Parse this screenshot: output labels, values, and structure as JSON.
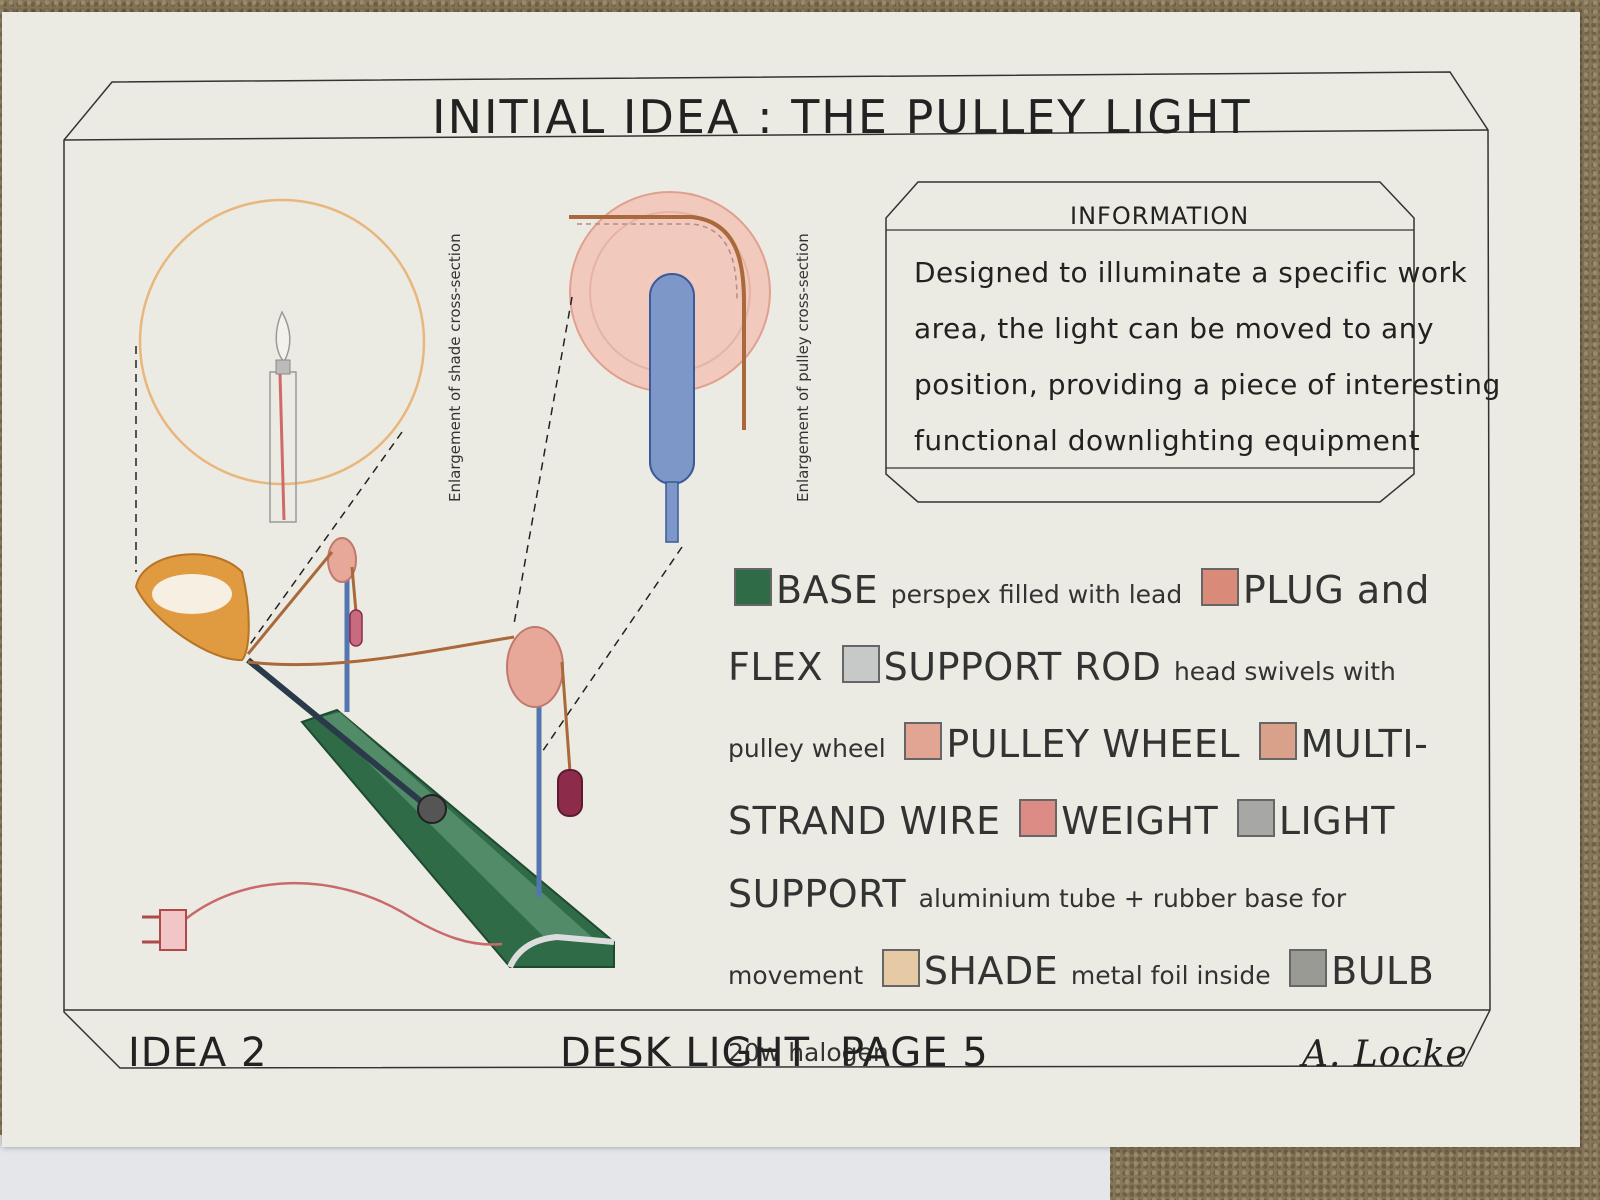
{
  "sheet": {
    "title": "INITIAL IDEA : THE PULLEY LIGHT",
    "info_heading": "INFORMATION",
    "info_lines": [
      "Designed to illuminate a specific work",
      "area, the light can be moved to any",
      "position, providing a piece of interesting",
      "functional downlighting equipment"
    ],
    "label_shade_section": "Enlargement of shade cross-section",
    "label_pulley_section": "Enlargement of pulley cross-section",
    "footer_left": "IDEA 2",
    "footer_center": "DESK LIGHT",
    "footer_page": "PAGE 5",
    "signature": "A. Locke"
  },
  "legend": [
    {
      "name": "BASE",
      "note": "perspex filled with lead",
      "color": "#2f6b47"
    },
    {
      "name": "PLUG and FLEX",
      "note": "",
      "color": "#d98a78"
    },
    {
      "name": "SUPPORT ROD",
      "note": "head swivels with pulley wheel",
      "color": "#c7c9c9"
    },
    {
      "name": "PULLEY WHEEL",
      "note": "",
      "color": "#e3a593"
    },
    {
      "name": "MULTI-STRAND WIRE",
      "note": "",
      "color": "#d9a08a"
    },
    {
      "name": "WEIGHT",
      "note": "",
      "color": "#dc8c84"
    },
    {
      "name": "LIGHT SUPPORT",
      "note": "aluminium tube + rubber base for movement",
      "color": "#a7a8a6"
    },
    {
      "name": "SHADE",
      "note": "metal foil inside",
      "color": "#e6c9a5"
    },
    {
      "name": "BULB",
      "note": "20w halogen",
      "color": "#9a9a94"
    }
  ],
  "colors": {
    "paper": "#ecebe3",
    "ink": "#222222",
    "base_green": "#2f6b47",
    "shade_orange": "#e09a40",
    "pulley_pink": "#e7a899",
    "rod_blue": "#5575b0",
    "wire_brown": "#a9693a",
    "weight_maroon": "#8c2c4a",
    "flex_red": "#c96a6a"
  }
}
